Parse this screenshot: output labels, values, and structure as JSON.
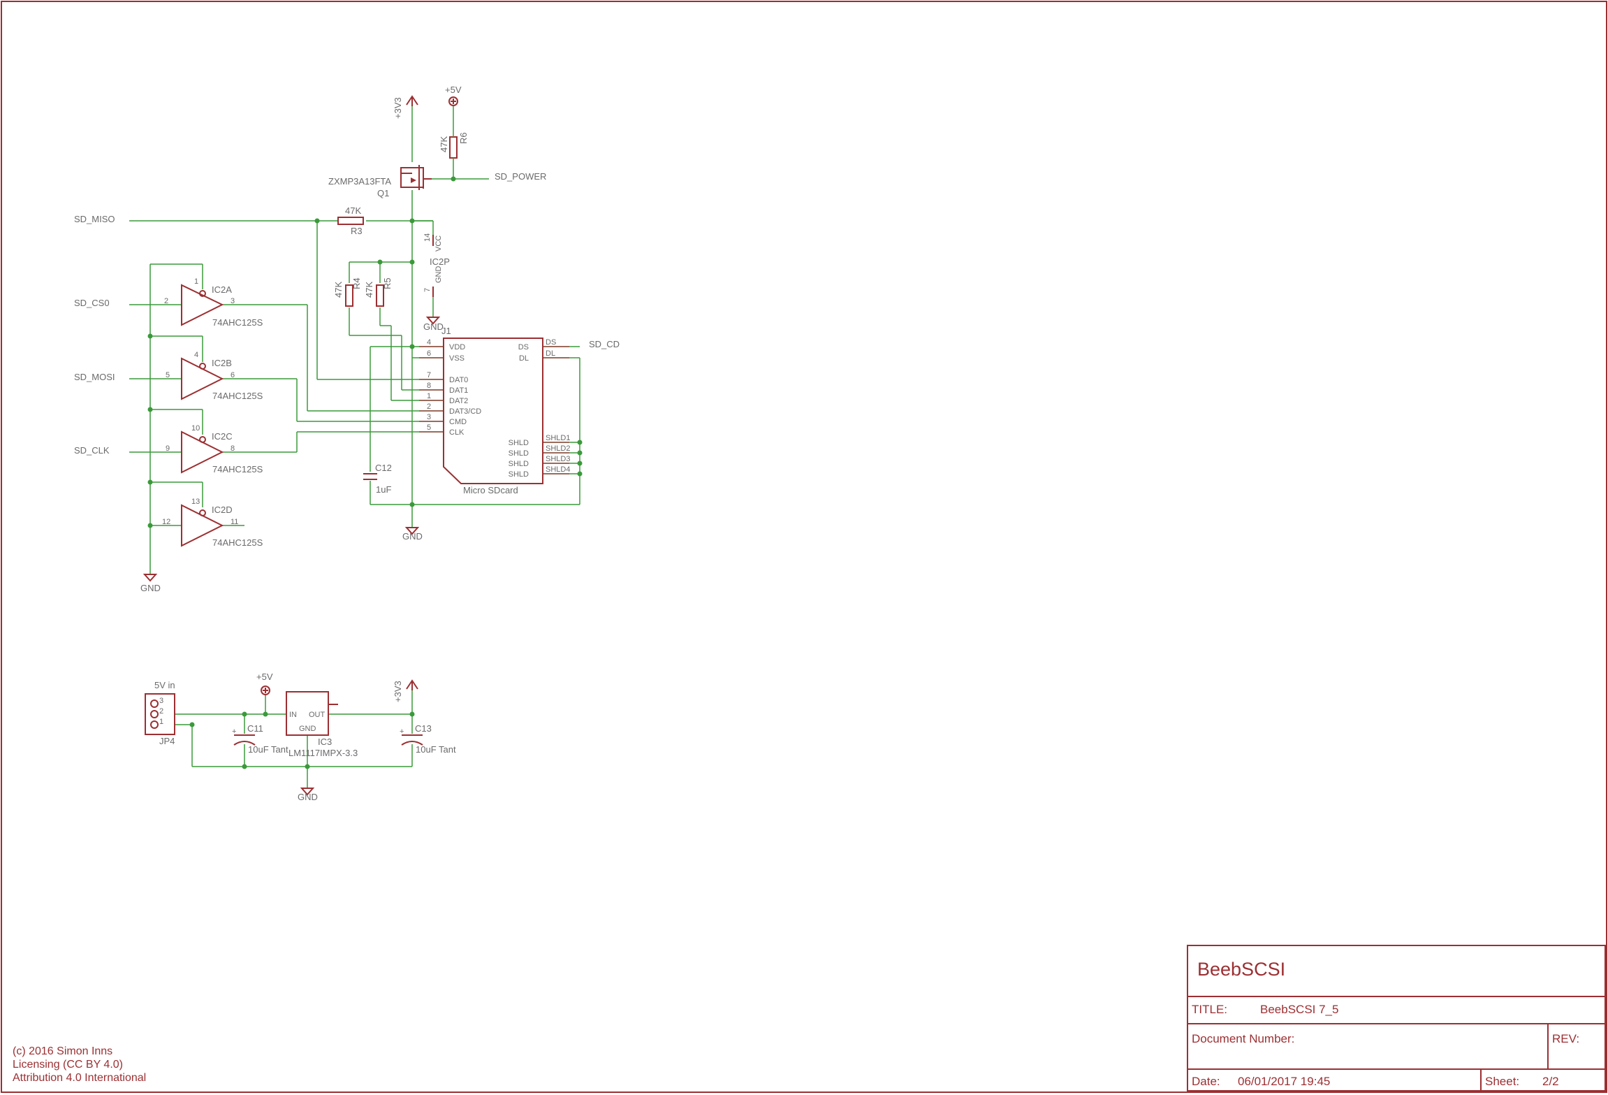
{
  "title_block": {
    "project": "BeebSCSI",
    "title_label": "TITLE:",
    "title_value": "BeebSCSI 7_5",
    "doc_number_label": "Document Number:",
    "rev_label": "REV:",
    "date_label": "Date:",
    "date_value": "06/01/2017 19:45",
    "sheet_label": "Sheet:",
    "sheet_value": "2/2"
  },
  "footer": {
    "line1": "(c) 2016 Simon Inns",
    "line2": "Licensing (CC BY 4.0)",
    "line3": "Attribution 4.0 International"
  },
  "nets": {
    "sd_miso": "SD_MISO",
    "sd_cs0": "SD_CS0",
    "sd_mosi": "SD_MOSI",
    "sd_clk": "SD_CLK",
    "sd_power": "SD_POWER",
    "sd_cd": "SD_CD"
  },
  "power": {
    "v33": "+3V3",
    "v5": "+5V",
    "gnd": "GND"
  },
  "parts": {
    "q1_name": "Q1",
    "q1_value": "ZXMP3A13FTA",
    "r6_name": "R6",
    "r6_value": "47K",
    "r3_name": "R3",
    "r3_value": "47K",
    "r4_name": "R4",
    "r4_value": "47K",
    "r5_name": "R5",
    "r5_value": "47K",
    "ic2p_name": "IC2P",
    "ic2p_pin_vcc": "VCC",
    "ic2p_pin_gnd": "GND",
    "ic2p_pin14": "14",
    "ic2p_pin7": "7",
    "ic2a_name": "IC2A",
    "ic2b_name": "IC2B",
    "ic2c_name": "IC2C",
    "ic2d_name": "IC2D",
    "buffer_value": "74AHC125S",
    "c12_name": "C12",
    "c12_value": "1uF",
    "j1_name": "J1",
    "j1_value": "Micro SDcard",
    "jp4_name": "JP4",
    "jp4_value": "5V in",
    "c11_name": "C11",
    "c11_value": "10uF Tant",
    "c13_name": "C13",
    "c13_value": "10uF Tant",
    "ic3_name": "IC3",
    "ic3_value": "LM1117IMPX-3.3",
    "ic3_in": "IN",
    "ic3_out": "OUT",
    "ic3_gnd": "GND"
  },
  "buffers": [
    {
      "in_pin": "2",
      "oe_pin": "1",
      "out_pin": "3"
    },
    {
      "in_pin": "5",
      "oe_pin": "4",
      "out_pin": "6"
    },
    {
      "in_pin": "9",
      "oe_pin": "10",
      "out_pin": "8"
    },
    {
      "in_pin": "12",
      "oe_pin": "13",
      "out_pin": "11"
    }
  ],
  "j1_left_pins": [
    {
      "num": "4",
      "name": "VDD"
    },
    {
      "num": "6",
      "name": "VSS"
    },
    {
      "num": "7",
      "name": "DAT0"
    },
    {
      "num": "8",
      "name": "DAT1"
    },
    {
      "num": "1",
      "name": "DAT2"
    },
    {
      "num": "2",
      "name": "DAT3/CD"
    },
    {
      "num": "3",
      "name": "CMD"
    },
    {
      "num": "5",
      "name": "CLK"
    }
  ],
  "j1_right_pins": [
    {
      "num": "DS",
      "name": "DS"
    },
    {
      "num": "DL",
      "name": "DL"
    },
    {
      "num": "SHLD1",
      "name": "SHLD"
    },
    {
      "num": "SHLD2",
      "name": "SHLD"
    },
    {
      "num": "SHLD3",
      "name": "SHLD"
    },
    {
      "num": "SHLD4",
      "name": "SHLD"
    }
  ],
  "jp4_pins": [
    "3",
    "2",
    "1"
  ]
}
